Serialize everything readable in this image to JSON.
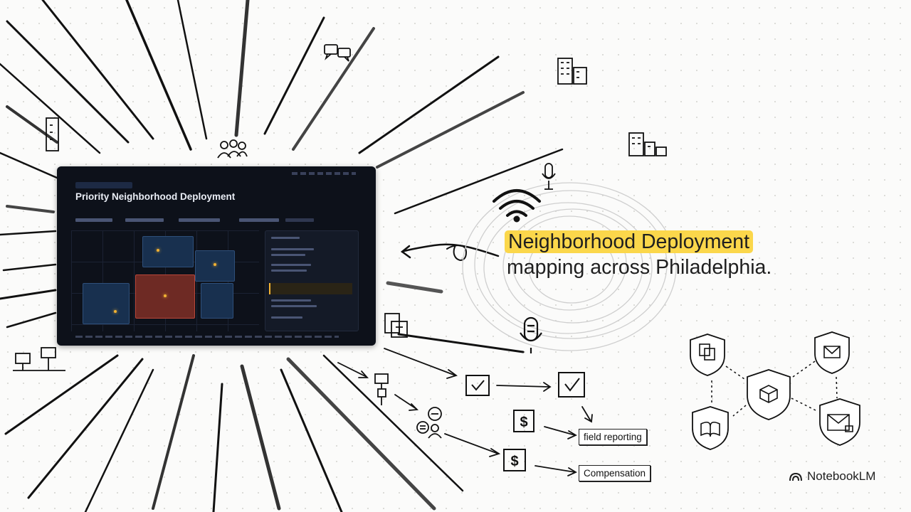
{
  "panel": {
    "title": "Priority Neighborhood Deployment"
  },
  "headline": {
    "highlight": "Neighborhood Deployment",
    "line2": "mapping across Philadelphia."
  },
  "flow": {
    "field_reporting": "field reporting",
    "compensation": "Compensation",
    "dollar_symbol": "$"
  },
  "brand": {
    "name": "NotebookLM"
  },
  "icons": [
    "chat-bubbles-icon",
    "buildings-icon",
    "team-icon",
    "microphone-icon",
    "wifi-icon",
    "document-icon",
    "checkbox-icon",
    "dollar-icon",
    "shield-icon",
    "book-icon",
    "envelope-icon",
    "notebooklm-logo-icon"
  ],
  "colors": {
    "highlight": "#fbd74b",
    "panel_bg": "#0d111a",
    "ink": "#1f1f1f"
  }
}
